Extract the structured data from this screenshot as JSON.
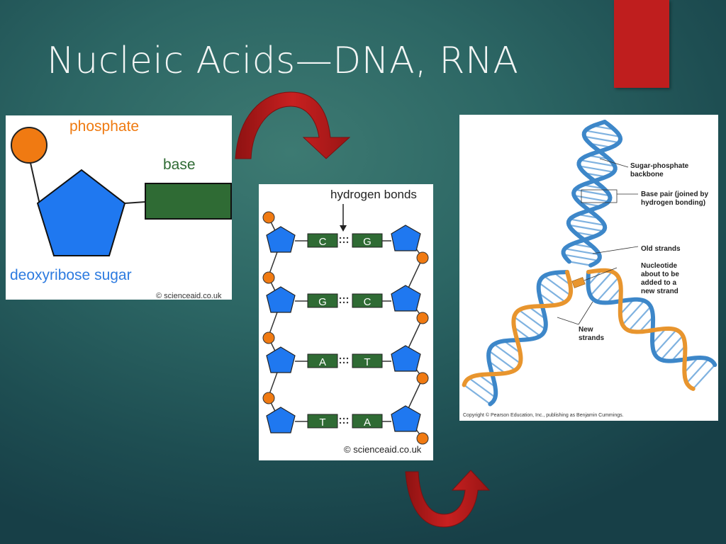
{
  "slide": {
    "title": "Nucleic Acids—DNA, RNA"
  },
  "colors": {
    "accent_red": "#bf1e1e",
    "phosphate_orange": "#f07a12",
    "sugar_blue": "#1f78f0",
    "base_green": "#2f6b34",
    "label_orange": "#ef7a10",
    "label_green": "#2f6b34",
    "label_blue": "#2d7be0",
    "strand_blue": "#3d87c9",
    "strand_orange": "#e8952e"
  },
  "nucleotide": {
    "phosphate_label": "phosphate",
    "base_label": "base",
    "sugar_label": "deoxyribose sugar",
    "credit": "© scienceaid.co.uk"
  },
  "base_pairs": {
    "header": "hydrogen bonds",
    "pairs": [
      {
        "left": "C",
        "right": "G"
      },
      {
        "left": "G",
        "right": "C"
      },
      {
        "left": "A",
        "right": "T"
      },
      {
        "left": "T",
        "right": "A"
      }
    ],
    "credit": "© scienceaid.co.uk"
  },
  "replication": {
    "labels": {
      "backbone": [
        "Sugar-phosphate",
        "backbone"
      ],
      "base_pair": [
        "Base pair (joined by",
        "hydrogen bonding)"
      ],
      "old_strands": "Old strands",
      "nucleotide": [
        "Nucleotide",
        "about to be",
        "added to a",
        "new strand"
      ],
      "new_strands": [
        "New",
        "strands"
      ]
    },
    "copyright": "Copyright © Pearson Education, Inc., publishing as Benjamin Cummings."
  }
}
